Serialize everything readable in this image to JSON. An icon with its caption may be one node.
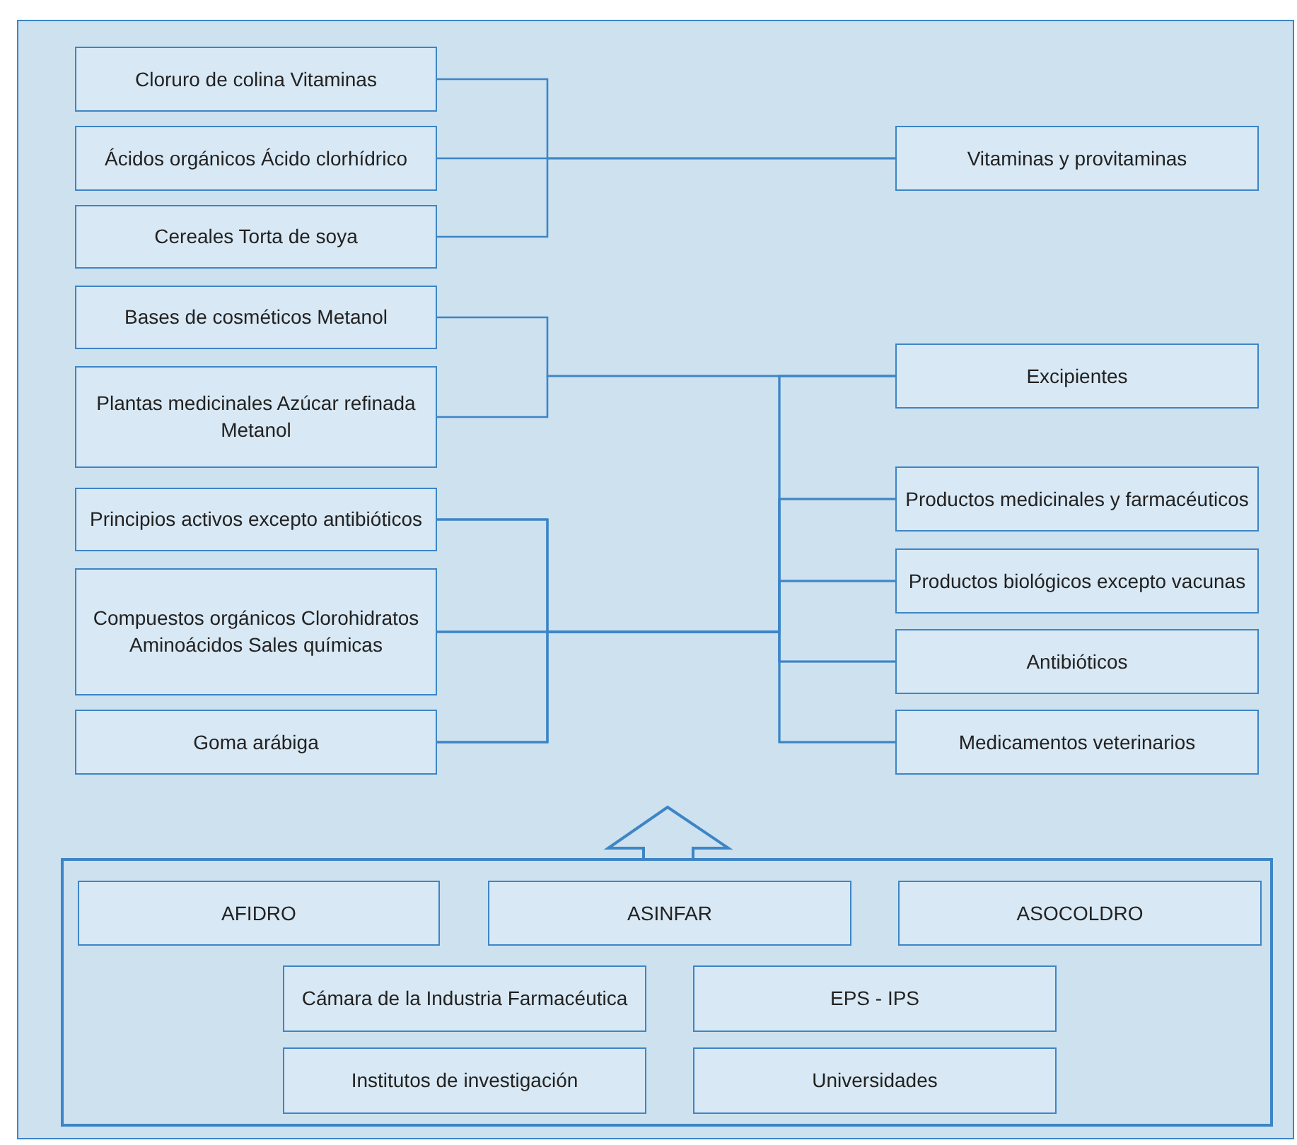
{
  "diagram": {
    "nodes": [
      {
        "text": [
          "Cloruro de colina Vitaminas"
        ]
      },
      {
        "text": [
          "Ácidos orgánicos Ácido clorhídrico"
        ]
      },
      {
        "text": [
          "Cereales Torta de soya"
        ]
      },
      {
        "text": [
          "Bases de cosméticos Metanol"
        ]
      },
      {
        "text": [
          "Plantas medicinales Azúcar refinada Metanol"
        ]
      },
      {
        "text": [
          "Principios activos excepto antibióticos"
        ]
      },
      {
        "text": [
          "Compuestos orgánicos Clorohidratos Aminoácidos Sales químicas"
        ]
      },
      {
        "text": [
          "Goma arábiga"
        ]
      },
      {
        "text": [
          "Vitaminas y provitaminas"
        ]
      },
      {
        "text": [
          "Excipientes"
        ]
      },
      {
        "text": [
          "Productos medicinales y farmacéuticos"
        ]
      },
      {
        "text": [
          "Productos biológicos excepto vacunas"
        ]
      },
      {
        "text": [
          "Antibióticos"
        ]
      },
      {
        "text": [
          "Medicamentos veterinarios"
        ]
      },
      {
        "text": [],
        "shape": "box"
      },
      {
        "text": [
          "AFIDRO"
        ],
        "in": 14
      },
      {
        "text": [
          "ASINFAR"
        ],
        "in": 14
      },
      {
        "text": [
          "ASOCOLDRO"
        ],
        "in": 14
      },
      {
        "text": [
          "Cámara de la Industria Farmacéutica"
        ],
        "in": 14
      },
      {
        "text": [
          "EPS - IPS"
        ],
        "in": 14
      },
      {
        "text": [
          "Institutos de investigación"
        ],
        "in": 14
      },
      {
        "text": [
          "Universidades"
        ],
        "in": 14
      }
    ],
    "edges": [
      {
        "from": 0,
        "to": 8,
        "arrow": "none"
      },
      {
        "from": 1,
        "to": 8,
        "arrow": "none"
      },
      {
        "from": 2,
        "to": 8,
        "arrow": "none"
      },
      {
        "from": 3,
        "to": 9,
        "arrow": "none"
      },
      {
        "from": 4,
        "to": 9,
        "arrow": "none"
      },
      {
        "from": 5,
        "to": 9,
        "arrow": "none"
      },
      {
        "from": 5,
        "to": 10,
        "arrow": "none"
      },
      {
        "from": 5,
        "to": 11,
        "arrow": "none"
      },
      {
        "from": 5,
        "to": 12,
        "arrow": "none"
      },
      {
        "from": 5,
        "to": 13,
        "arrow": "none"
      },
      {
        "from": 6,
        "to": 9,
        "arrow": "none"
      },
      {
        "from": 6,
        "to": 10,
        "arrow": "none"
      },
      {
        "from": 6,
        "to": 11,
        "arrow": "none"
      },
      {
        "from": 6,
        "to": 12,
        "arrow": "none"
      },
      {
        "from": 6,
        "to": 13,
        "arrow": "none"
      },
      {
        "from": 7,
        "to": 9,
        "arrow": "none"
      },
      {
        "from": 7,
        "to": 10,
        "arrow": "none"
      },
      {
        "from": 7,
        "to": 11,
        "arrow": "none"
      },
      {
        "from": 7,
        "to": 12,
        "arrow": "none"
      },
      {
        "from": 7,
        "to": 13,
        "arrow": "none"
      },
      {
        "from": 14,
        "to": null,
        "arrow": "to"
      }
    ]
  }
}
